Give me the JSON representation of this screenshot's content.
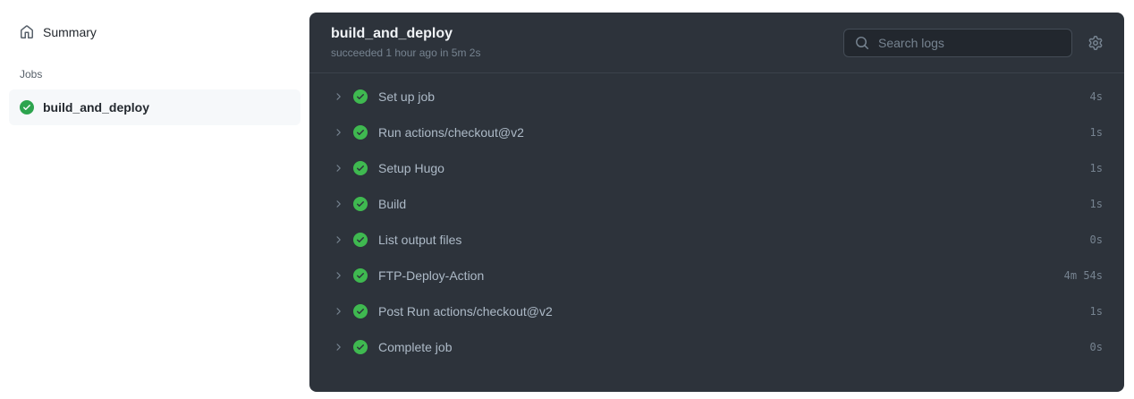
{
  "sidebar": {
    "summary_label": "Summary",
    "jobs_label": "Jobs",
    "job_name": "build_and_deploy"
  },
  "panel": {
    "title": "build_and_deploy",
    "subtitle": "succeeded 1 hour ago in 5m 2s",
    "search_placeholder": "Search logs",
    "steps": [
      {
        "name": "Set up job",
        "duration": "4s"
      },
      {
        "name": "Run actions/checkout@v2",
        "duration": "1s"
      },
      {
        "name": "Setup Hugo",
        "duration": "1s"
      },
      {
        "name": "Build",
        "duration": "1s"
      },
      {
        "name": "List output files",
        "duration": "0s"
      },
      {
        "name": "FTP-Deploy-Action",
        "duration": "4m 54s"
      },
      {
        "name": "Post Run actions/checkout@v2",
        "duration": "1s"
      },
      {
        "name": "Complete job",
        "duration": "0s"
      }
    ]
  },
  "colors": {
    "panel_bg": "#2d333b",
    "search_bg": "#22272e",
    "border": "#444c56",
    "step_text": "#adbac7",
    "muted_text": "#768390",
    "success_green_panel": "#3fb950",
    "success_green_sidebar": "#2da44e",
    "sidebar_selected_bg": "#f6f8fa"
  }
}
